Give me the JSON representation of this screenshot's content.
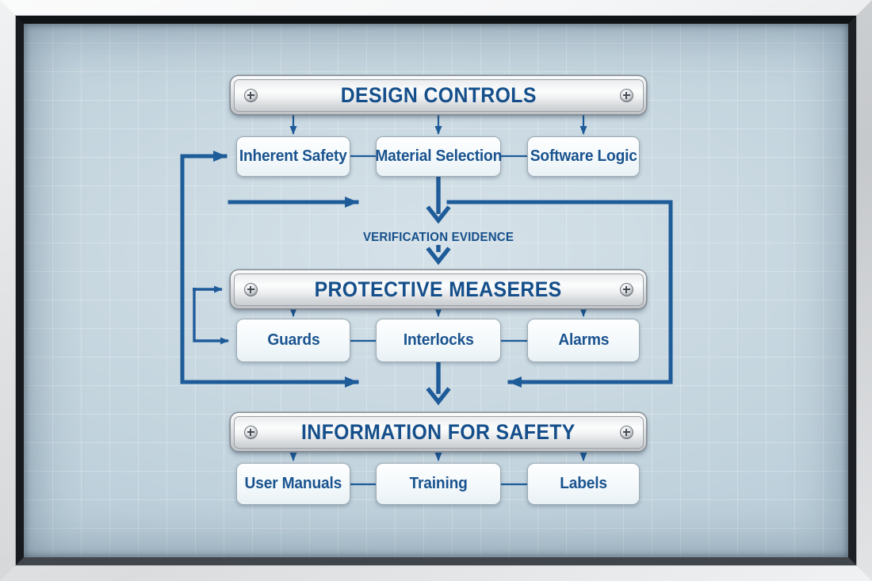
{
  "colors": {
    "line": "#1e5b99",
    "node_text": "#1a538f",
    "plate_text": "#154f8b",
    "canvas": "#bccfda"
  },
  "diagram": {
    "plates": [
      {
        "label": "DESIGN CONTROLS"
      },
      {
        "label": "PROTECTIVE MEASERES"
      },
      {
        "label": "INFORMATION FOR SAFETY"
      }
    ],
    "rows": [
      {
        "items": [
          {
            "label": "Inherent Safety"
          },
          {
            "label": "Material Selection"
          },
          {
            "label": "Software Logic"
          }
        ]
      },
      {
        "items": [
          {
            "label": "Guards"
          },
          {
            "label": "Interlocks"
          },
          {
            "label": "Alarms"
          }
        ]
      },
      {
        "items": [
          {
            "label": "User Manuals"
          },
          {
            "label": "Training"
          },
          {
            "label": "Labels"
          }
        ]
      }
    ],
    "connector_label": "VERIFICATION EVIDENCE"
  }
}
